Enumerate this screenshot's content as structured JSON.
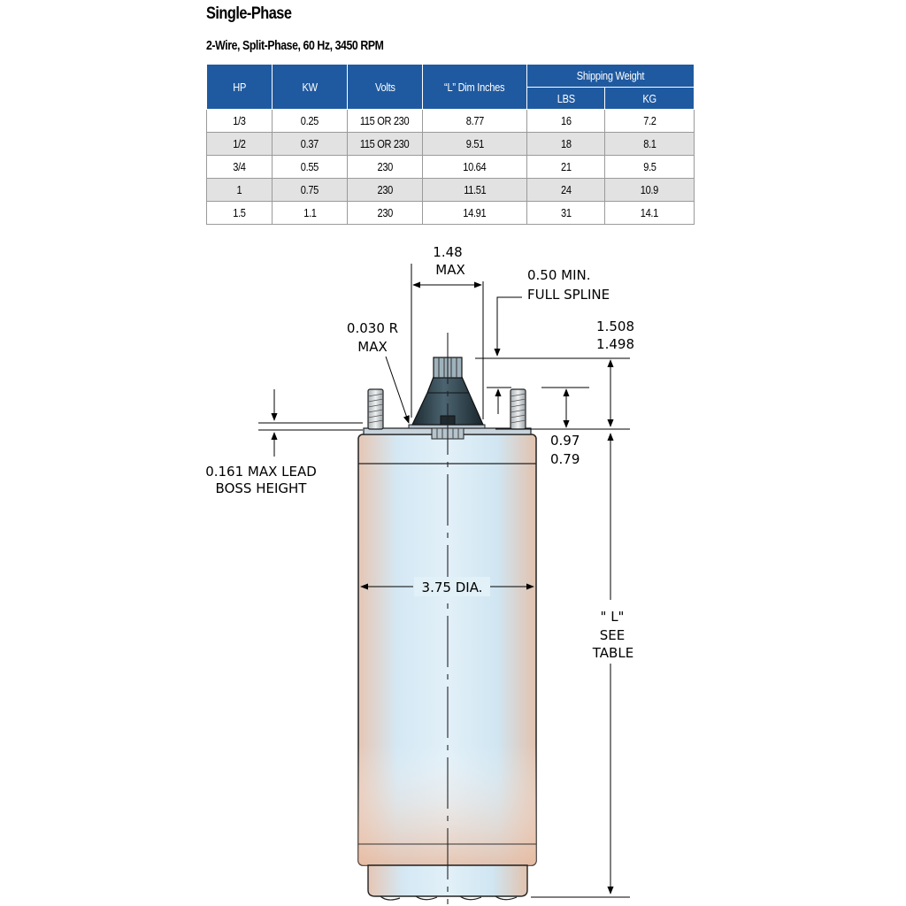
{
  "title": "Single-Phase",
  "subtitle": "2-Wire, Split-Phase, 60 Hz, 3450 RPM",
  "table": {
    "headers": {
      "hp": "HP",
      "kw": "KW",
      "volts": "Volts",
      "l_dim": "“L” Dim Inches",
      "shipping_weight": "Shipping Weight",
      "lbs": "LBS",
      "kg": "KG"
    },
    "rows": [
      [
        "1/3",
        "0.25",
        "115 OR 230",
        "8.77",
        "16",
        "7.2"
      ],
      [
        "1/2",
        "0.37",
        "115 OR 230",
        "9.51",
        "18",
        "8.1"
      ],
      [
        "3/4",
        "0.55",
        "230",
        "10.64",
        "21",
        "9.5"
      ],
      [
        "1",
        "0.75",
        "230",
        "11.51",
        "24",
        "10.9"
      ],
      [
        "1.5",
        "1.1",
        "230",
        "14.91",
        "31",
        "14.1"
      ]
    ]
  },
  "drawing": {
    "dim_148_line1": "1.48",
    "dim_148_line2": "MAX",
    "spline_line1": "0.50 MIN.",
    "spline_line2": "FULL SPLINE",
    "shaft_dia_line1": "1.508",
    "shaft_dia_line2": "1.498",
    "radius_line1": "0.030 R",
    "radius_line2": "MAX",
    "lead_boss_line1": "0.161 MAX LEAD",
    "lead_boss_line2": "BOSS HEIGHT",
    "shaft_len_line1": "0.97",
    "shaft_len_line2": "0.79",
    "diameter": "3.75 DIA.",
    "l_line1": "\" L\"",
    "l_line2": "SEE",
    "l_line3": "TABLE"
  },
  "colors": {
    "header_blue": "#1f5aa0",
    "row_alt": "#e2e2e2"
  }
}
